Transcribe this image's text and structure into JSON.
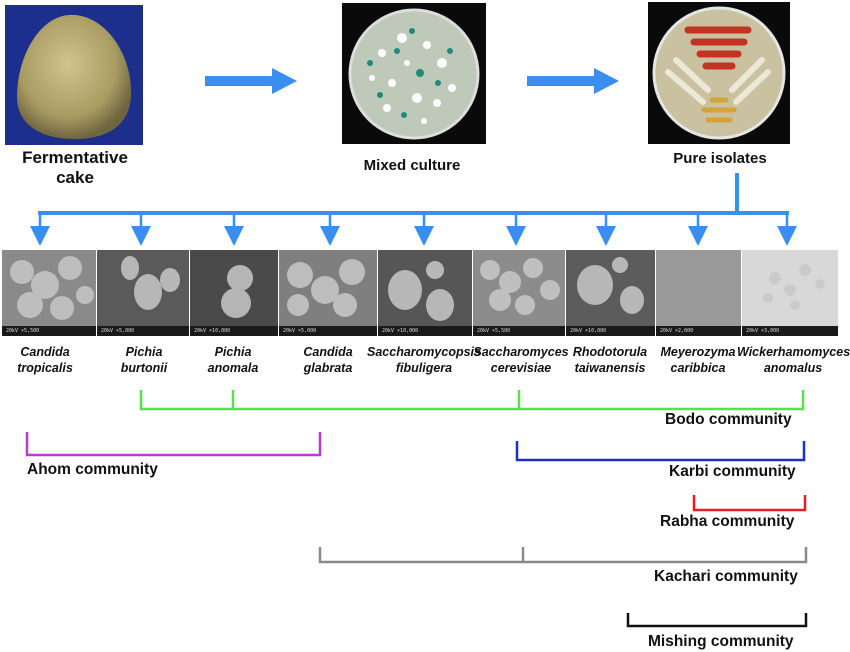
{
  "colors": {
    "arrow_blue": "#3a8ef0",
    "bodo": "#56e04e",
    "ahom": "#b23fc6",
    "karbi": "#1b2fc9",
    "rabha": "#e02020",
    "kachari": "#8a8a8a",
    "mishing": "#111111"
  },
  "top": {
    "cake_label": "Fermentative\ncake",
    "mixed_label": "Mixed culture",
    "pure_label": "Pure isolates"
  },
  "species": [
    {
      "line1": "Candida",
      "line2": "tropicalis",
      "icon": "sem-micrograph"
    },
    {
      "line1": "Pichia",
      "line2": "burtonii",
      "icon": "sem-micrograph"
    },
    {
      "line1": "Pichia",
      "line2": "anomala",
      "icon": "sem-micrograph"
    },
    {
      "line1": "Candida",
      "line2": "glabrata",
      "icon": "sem-micrograph"
    },
    {
      "line1": "Saccharomycopsis",
      "line2": "fibuligera",
      "icon": "sem-micrograph"
    },
    {
      "line1": "Saccharomyces",
      "line2": "cerevisiae",
      "icon": "sem-micrograph"
    },
    {
      "line1": "Rhodotorula",
      "line2": "taiwanensis",
      "icon": "sem-micrograph"
    },
    {
      "line1": "Meyerozyma",
      "line2": "caribbica",
      "icon": "sem-micrograph"
    },
    {
      "line1": "Wickerhamomyces",
      "line2": "anomalus",
      "icon": "sem-micrograph"
    }
  ],
  "communities": {
    "bodo": "Bodo community",
    "ahom": "Ahom community",
    "karbi": "Karbi community",
    "rabha": "Rabha community",
    "kachari": "Kachari community",
    "mishing": "Mishing community"
  }
}
